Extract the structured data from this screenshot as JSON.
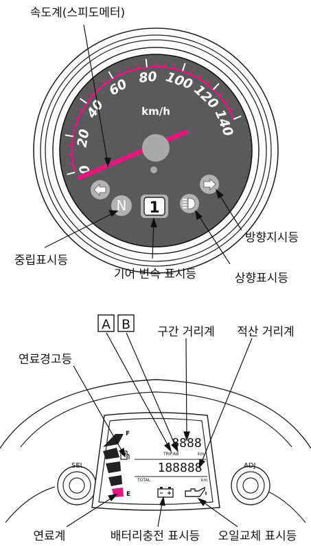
{
  "speedometer": {
    "title_label": "속도계(스피도메터)",
    "unit": "km/h",
    "scale": [
      "0",
      "20",
      "40",
      "60",
      "80",
      "100",
      "120",
      "140"
    ],
    "gear_value": "1",
    "neutral_letter": "N",
    "labels": {
      "neutral": "중립표시등",
      "gear": "기어 변속 표시등",
      "turn_signal": "방향지시등",
      "high_beam": "상향표시등"
    }
  },
  "lcd_panel": {
    "ab_labels": [
      "A",
      "B"
    ],
    "labels": {
      "trip_meter": "구간 거리계",
      "odometer": "적산 거리계",
      "fuel_warning": "연료경고등",
      "fuel_gauge": "연료계",
      "battery": "배터리충전 표시등",
      "oil_change": "오일교체 표시등"
    },
    "trip_digits": "8888",
    "odo_digits": "188888",
    "trip_tag": "TRIP",
    "trip_ab": "AB",
    "total_tag": "TOTAL",
    "km_unit": "km",
    "fuel_full": "F",
    "fuel_empty": "E",
    "left_knob": "SEL",
    "right_knob": "ADJ"
  },
  "colors": {
    "dial_face": "#5a5a5a",
    "accent": "#e0197d",
    "chrome": "#ffffff"
  }
}
